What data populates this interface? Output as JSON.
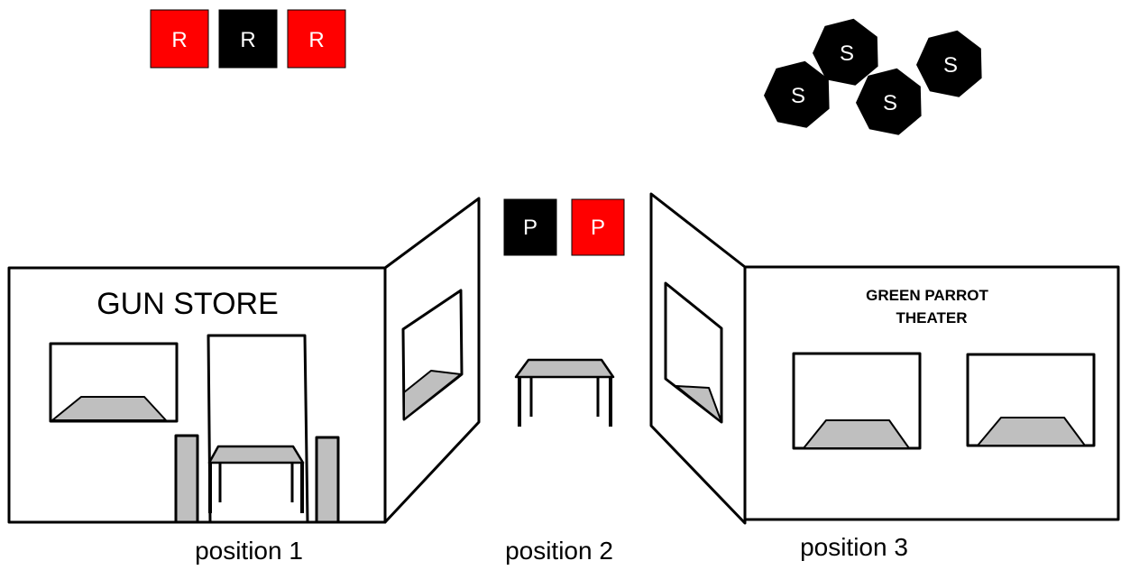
{
  "tokens": {
    "r_label": "R",
    "s_label": "S",
    "p_label": "P",
    "r_colors": [
      "#ff0000",
      "#000000",
      "#ff0000"
    ],
    "p_colors": [
      "#000000",
      "#ff0000"
    ],
    "s_color": "#000000",
    "token_text_color": "#ffffff"
  },
  "buildings": {
    "gun_store": {
      "sign": "GUN STORE"
    },
    "theater": {
      "sign_line1": "GREEN PARROT",
      "sign_line2": "THEATER"
    }
  },
  "positions": [
    "position 1",
    "position 2",
    "position 3"
  ],
  "colors": {
    "outline": "#000000",
    "fill_gray": "#bfbfbf",
    "background": "#ffffff"
  }
}
